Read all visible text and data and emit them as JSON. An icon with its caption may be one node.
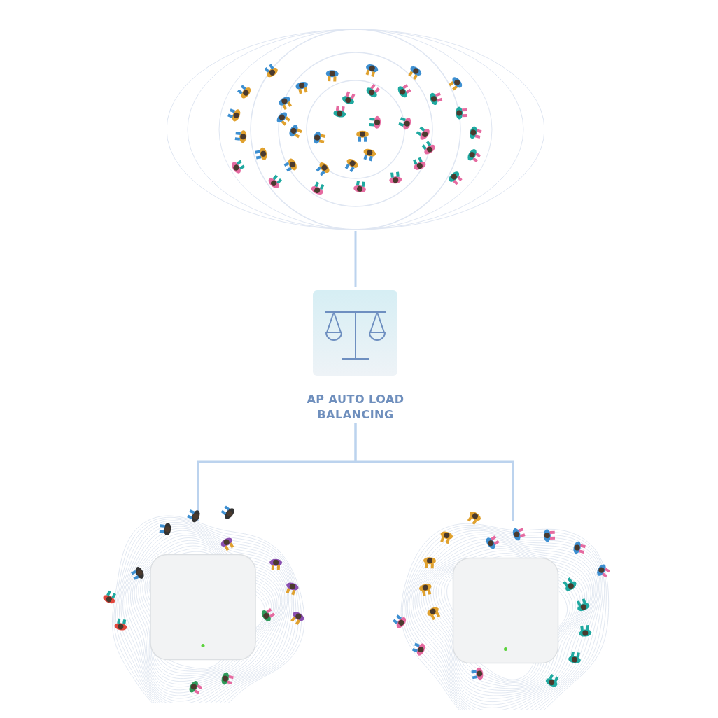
{
  "diagram": {
    "nodes": [
      {
        "text": [],
        "shape": "picture"
      },
      {
        "text": [
          "AP AUTO LOAD BALANCING"
        ]
      },
      {
        "text": [],
        "shape": "picture"
      },
      {
        "text": [],
        "shape": "picture"
      }
    ],
    "edges": [
      {
        "from": 0,
        "to": 1,
        "arrow": "none"
      },
      {
        "from": 1,
        "to": 2,
        "arrow": "none"
      },
      {
        "from": 1,
        "to": 3,
        "arrow": "none"
      }
    ]
  }
}
